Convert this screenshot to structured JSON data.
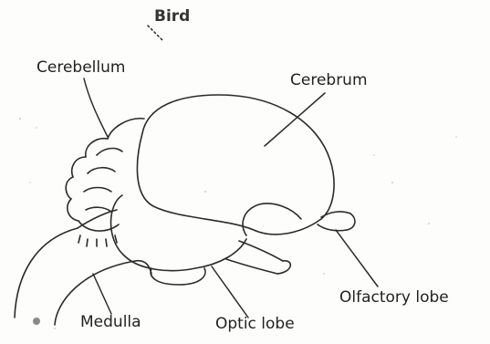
{
  "diagram": {
    "title": "Bird",
    "labels": {
      "cerebellum": "Cerebellum",
      "cerebrum": "Cerebrum",
      "medulla": "Medulla",
      "optic_lobe": "Optic lobe",
      "olfactory_lobe": "Olfactory lobe"
    }
  }
}
